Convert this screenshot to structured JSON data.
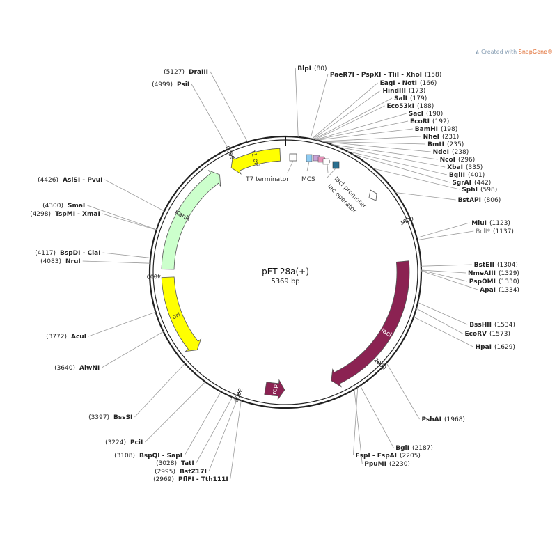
{
  "watermark": {
    "prefix": "Created with",
    "brand": "SnapGene®"
  },
  "plasmid": {
    "name": "pET-28a(+)",
    "length_label": "5369 bp",
    "length_bp": 5369
  },
  "ticks": [
    {
      "bp": 1000,
      "label": "1000"
    },
    {
      "bp": 2000,
      "label": "2000"
    },
    {
      "bp": 3000,
      "label": "3000"
    },
    {
      "bp": 4000,
      "label": "4000"
    },
    {
      "bp": 5000,
      "label": "5000"
    }
  ],
  "features": [
    {
      "id": "lacI",
      "label": "lacI",
      "start": 1264,
      "end": 2343,
      "dir": "cw",
      "color": "#8b2252",
      "text_color": "#ffffff"
    },
    {
      "id": "rop",
      "label": "rop",
      "start": 2690,
      "end": 2830,
      "dir": "ccw",
      "color": "#8b2252",
      "text_color": "#ffffff"
    },
    {
      "id": "ori",
      "label": "ori",
      "start": 3410,
      "end": 3990,
      "dir": "ccw",
      "color": "#ffff00",
      "text_color": "#333333"
    },
    {
      "id": "KanR",
      "label": "KanR",
      "start": 4048,
      "end": 4862,
      "dir": "cw",
      "color": "#ccffcc",
      "text_color": "#333333"
    },
    {
      "id": "f1-ori",
      "label": "f1 ori",
      "start": 4960,
      "end": 5330,
      "dir": "ccw",
      "color": "#ffff00",
      "text_color": "#333333"
    }
  ],
  "small_features": [
    {
      "label": "T7 terminator"
    },
    {
      "label": "MCS"
    },
    {
      "label": "lacI promoter"
    },
    {
      "label": "lac operator"
    }
  ],
  "sites_right": [
    {
      "name": "BlpI",
      "pos": "(80)",
      "bp": 80
    },
    {
      "name": "PaeR7I - PspXI - TliI - XhoI",
      "pos": "(158)",
      "bp": 158
    },
    {
      "name": "EagI - NotI",
      "pos": "(166)",
      "bp": 166
    },
    {
      "name": "HindIII",
      "pos": "(173)",
      "bp": 173
    },
    {
      "name": "SalI",
      "pos": "(179)",
      "bp": 179
    },
    {
      "name": "Eco53kI",
      "pos": "(188)",
      "bp": 188
    },
    {
      "name": "SacI",
      "pos": "(190)",
      "bp": 190
    },
    {
      "name": "EcoRI",
      "pos": "(192)",
      "bp": 192
    },
    {
      "name": "BamHI",
      "pos": "(198)",
      "bp": 198
    },
    {
      "name": "NheI",
      "pos": "(231)",
      "bp": 231
    },
    {
      "name": "BmtI",
      "pos": "(235)",
      "bp": 235
    },
    {
      "name": "NdeI",
      "pos": "(238)",
      "bp": 238
    },
    {
      "name": "NcoI",
      "pos": "(296)",
      "bp": 296
    },
    {
      "name": "XbaI",
      "pos": "(335)",
      "bp": 335
    },
    {
      "name": "BglII",
      "pos": "(401)",
      "bp": 401
    },
    {
      "name": "SgrAI",
      "pos": "(442)",
      "bp": 442
    },
    {
      "name": "SphI",
      "pos": "(598)",
      "bp": 598
    },
    {
      "name": "BstAPI",
      "pos": "(806)",
      "bp": 806
    },
    {
      "name": "MluI",
      "pos": "(1123)",
      "bp": 1123
    },
    {
      "name": "BclI*",
      "pos": "(1137)",
      "bp": 1137,
      "dim": true
    },
    {
      "name": "BstEII",
      "pos": "(1304)",
      "bp": 1304
    },
    {
      "name": "NmeAIII",
      "pos": "(1329)",
      "bp": 1329
    },
    {
      "name": "PspOMI",
      "pos": "(1330)",
      "bp": 1330
    },
    {
      "name": "ApaI",
      "pos": "(1334)",
      "bp": 1334
    },
    {
      "name": "BssHII",
      "pos": "(1534)",
      "bp": 1534
    },
    {
      "name": "EcoRV",
      "pos": "(1573)",
      "bp": 1573
    },
    {
      "name": "HpaI",
      "pos": "(1629)",
      "bp": 1629
    },
    {
      "name": "PshAI",
      "pos": "(1968)",
      "bp": 1968
    },
    {
      "name": "BglI",
      "pos": "(2187)",
      "bp": 2187
    },
    {
      "name": "FspI - FspAI",
      "pos": "(2205)",
      "bp": 2205
    },
    {
      "name": "PpuMI",
      "pos": "(2230)",
      "bp": 2230
    }
  ],
  "sites_left": [
    {
      "name": "DraIII",
      "pos": "(5127)",
      "bp": 5127
    },
    {
      "name": "PsiI",
      "pos": "(4999)",
      "bp": 4999
    },
    {
      "name": "AsiSI - PvuI",
      "pos": "(4426)",
      "bp": 4426
    },
    {
      "name": "SmaI",
      "pos": "(4300)",
      "bp": 4300
    },
    {
      "name": "TspMI - XmaI",
      "pos": "(4298)",
      "bp": 4298
    },
    {
      "name": "BspDI - ClaI",
      "pos": "(4117)",
      "bp": 4117
    },
    {
      "name": "NruI",
      "pos": "(4083)",
      "bp": 4083
    },
    {
      "name": "AcuI",
      "pos": "(3772)",
      "bp": 3772
    },
    {
      "name": "AlwNI",
      "pos": "(3640)",
      "bp": 3640
    },
    {
      "name": "BssSI",
      "pos": "(3397)",
      "bp": 3397
    },
    {
      "name": "PciI",
      "pos": "(3224)",
      "bp": 3224
    },
    {
      "name": "BspQI - SapI",
      "pos": "(3108)",
      "bp": 3108
    },
    {
      "name": "TatI",
      "pos": "(3028)",
      "bp": 3028
    },
    {
      "name": "BstZ17I",
      "pos": "(2995)",
      "bp": 2995
    },
    {
      "name": "PflFI - Tth111I",
      "pos": "(2969)",
      "bp": 2969
    }
  ]
}
